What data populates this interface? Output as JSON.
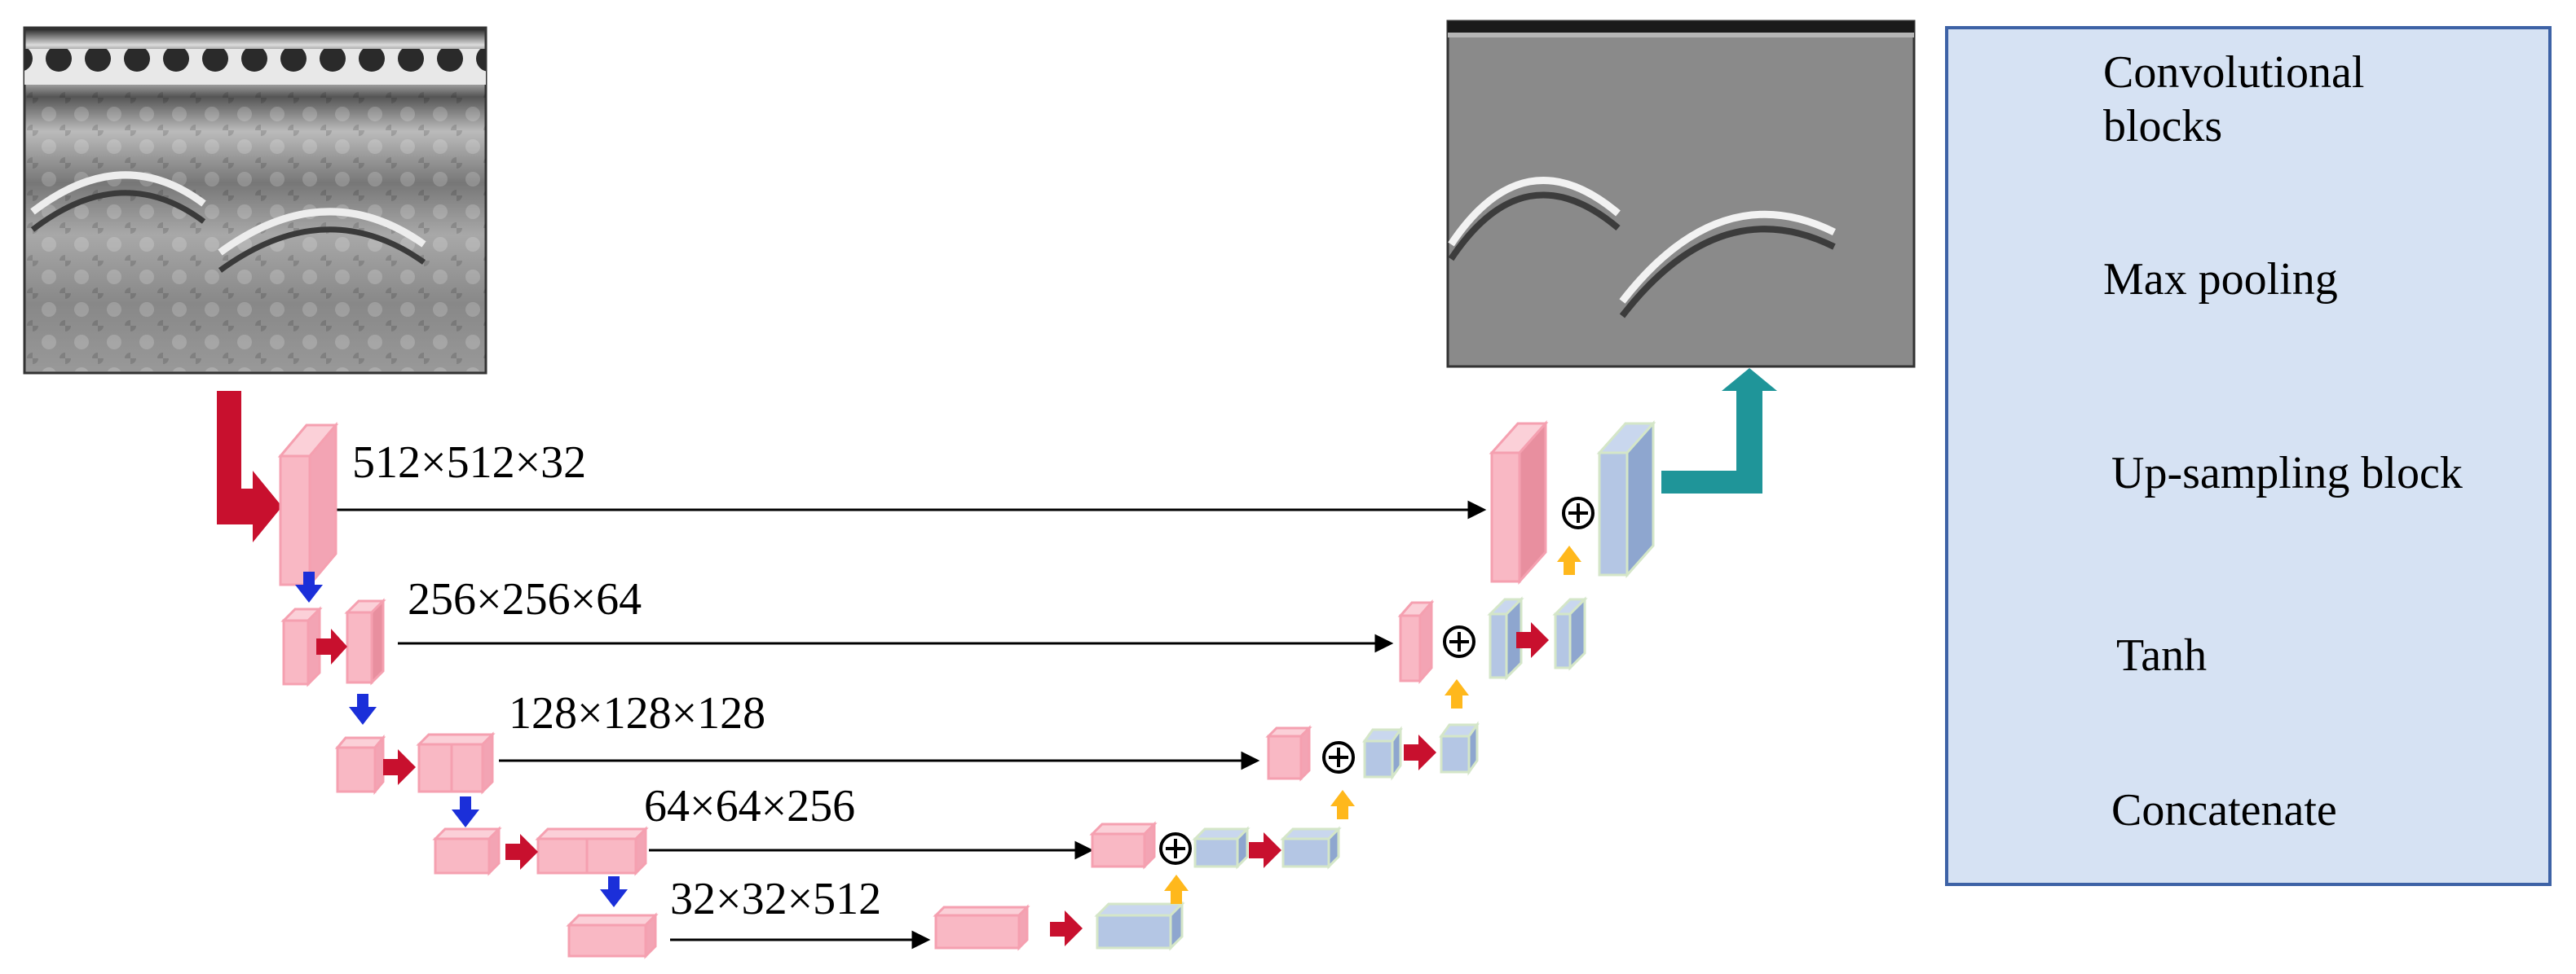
{
  "diagram": {
    "level_dimensions": [
      "512×512×32",
      "256×256×64",
      "128×128×128",
      "64×64×256",
      "32×32×512"
    ],
    "concat_symbol": "⊕"
  },
  "legend": {
    "items": [
      {
        "label": "Convolutional blocks",
        "color": "#c8102e",
        "icon": "red-arrow-icon"
      },
      {
        "label": "Max pooling",
        "color": "#1b2fd9",
        "icon": "blue-arrow-icon"
      },
      {
        "label": "Up-sampling block",
        "color": "#ffb81c",
        "icon": "yellow-arrow-icon"
      },
      {
        "label": "Tanh",
        "color": "#1f9599",
        "icon": "teal-arrow-icon"
      },
      {
        "label": "Concatenate",
        "color": "#000000",
        "icon": "thin-arrow-icon"
      }
    ]
  },
  "colors": {
    "encoder_block": "#f9b8c4",
    "encoder_block_dark": "#e88f9f",
    "decoder_block": "#b4c6e4",
    "decoder_block_dark": "#8ea6cf",
    "legend_bg": "#d6e2f3",
    "legend_border": "#3d62a6"
  }
}
